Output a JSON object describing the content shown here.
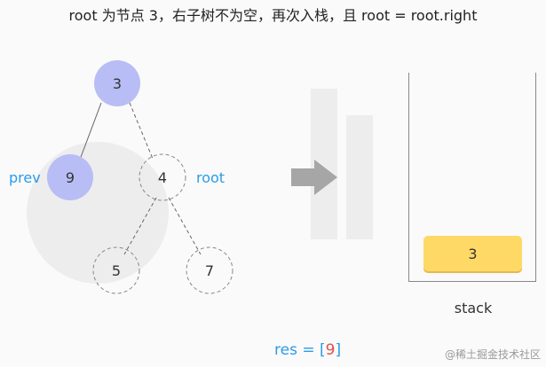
{
  "caption": "root 为节点 3，右子树不为空，再次入栈，且 root = root.right",
  "tree": {
    "nodes": [
      {
        "id": "n3",
        "label": "3",
        "state": "visited"
      },
      {
        "id": "n9",
        "label": "9",
        "state": "visited"
      },
      {
        "id": "n4",
        "label": "4",
        "state": "pending"
      },
      {
        "id": "n5",
        "label": "5",
        "state": "pending"
      },
      {
        "id": "n7",
        "label": "7",
        "state": "pending"
      }
    ],
    "labels": {
      "prev": "prev",
      "root": "root"
    },
    "colors": {
      "visited_fill": "#b8bdf5",
      "pending_stroke": "#888888",
      "label": "#2b9be8"
    }
  },
  "stack": {
    "items": [
      "3"
    ],
    "label": "stack",
    "item_color": "#ffd966"
  },
  "result": {
    "prefix": "res = [",
    "value": "9",
    "suffix": "]"
  },
  "watermark": "@稀土掘金技术社区"
}
